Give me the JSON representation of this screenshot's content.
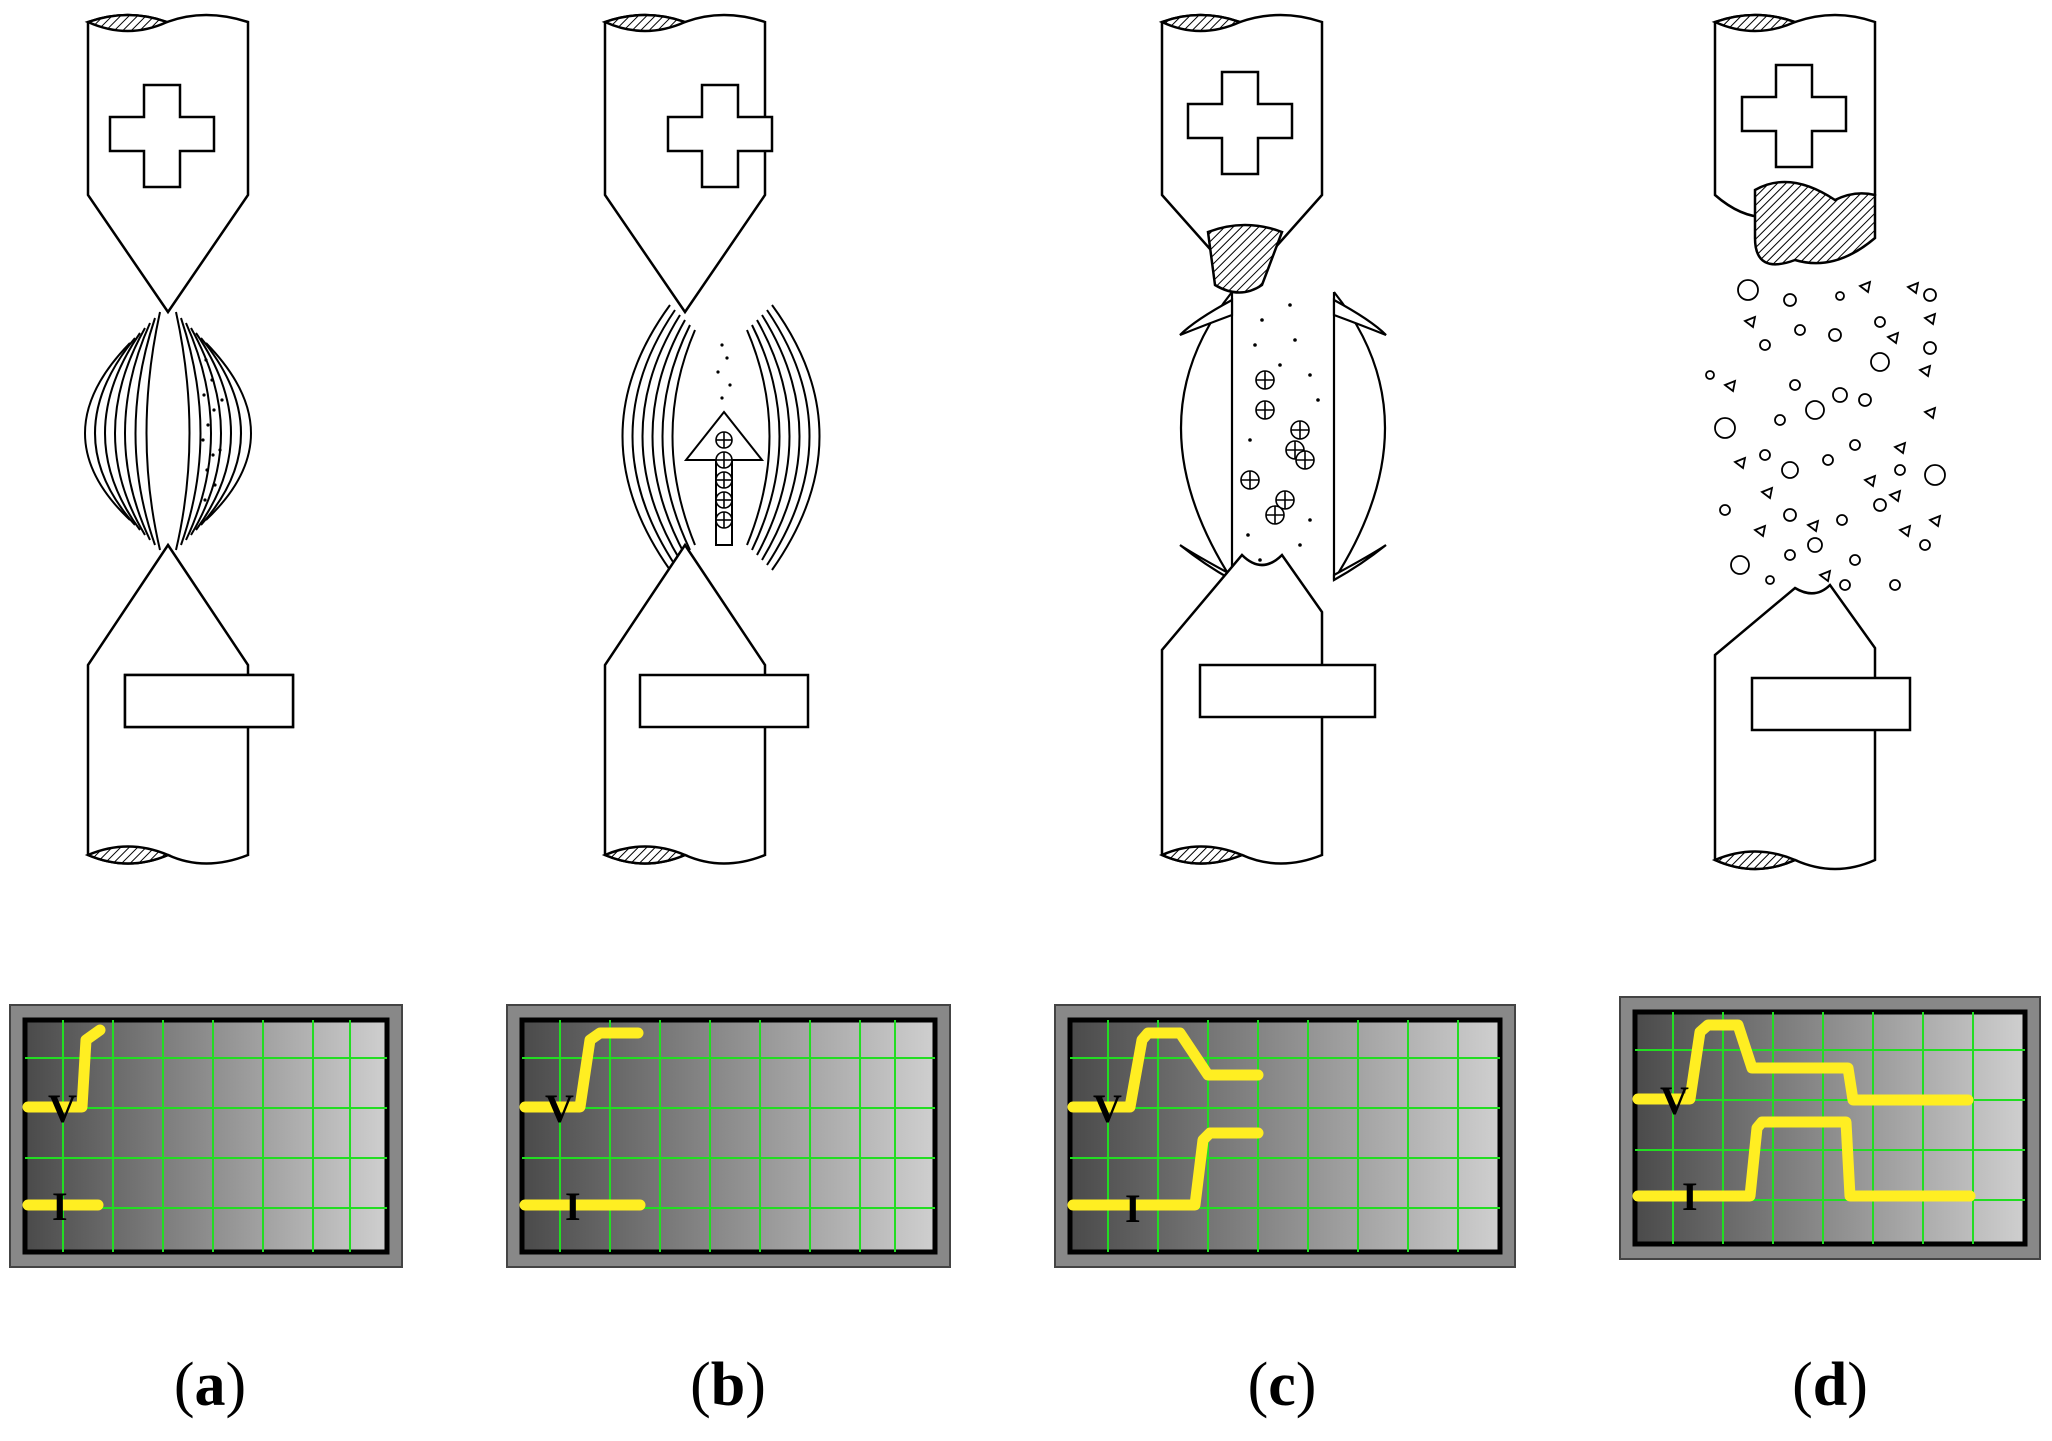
{
  "panels": [
    {
      "id": "a",
      "label_open": "(",
      "label_letter": "a",
      "label_close": ")",
      "upper_electrode_symbol": "+",
      "scope": {
        "v_label": "V",
        "i_label": "I"
      }
    },
    {
      "id": "b",
      "label_open": "(",
      "label_letter": "b",
      "label_close": ")",
      "upper_electrode_symbol": "+",
      "scope": {
        "v_label": "V",
        "i_label": "I"
      }
    },
    {
      "id": "c",
      "label_open": "(",
      "label_letter": "c",
      "label_close": ")",
      "upper_electrode_symbol": "+",
      "scope": {
        "v_label": "V",
        "i_label": "I"
      }
    },
    {
      "id": "d",
      "label_open": "(",
      "label_letter": "d",
      "label_close": ")",
      "upper_electrode_symbol": "+",
      "scope": {
        "v_label": "V",
        "i_label": "I"
      }
    }
  ],
  "colors": {
    "trace": "#ffee22",
    "grid": "#22dd22",
    "scope_frame": "#888888",
    "scope_dark": "#4a4a4a",
    "scope_light": "#cfcfcf",
    "ink": "#000000"
  }
}
